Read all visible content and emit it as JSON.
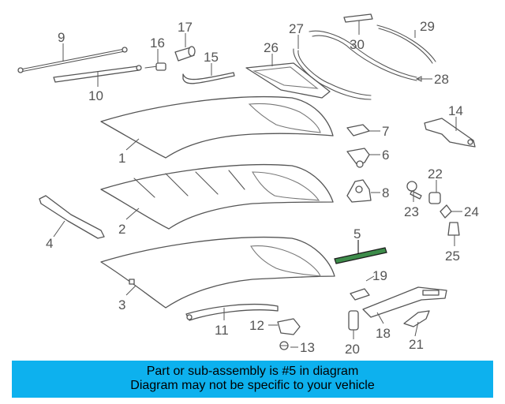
{
  "diagram": {
    "highlight_color": "#3d8c4a",
    "labels": [
      "9",
      "10",
      "16",
      "17",
      "15",
      "26",
      "27",
      "30",
      "29",
      "28",
      "14",
      "1",
      "7",
      "6",
      "8",
      "22",
      "23",
      "24",
      "4",
      "2",
      "5",
      "25",
      "3",
      "19",
      "11",
      "12",
      "18",
      "21",
      "20",
      "13"
    ]
  },
  "banner": {
    "line1": "Part or sub-assembly is #5 in diagram",
    "line2": "Diagram may not be specific to your vehicle",
    "background": "#0db1ee"
  }
}
